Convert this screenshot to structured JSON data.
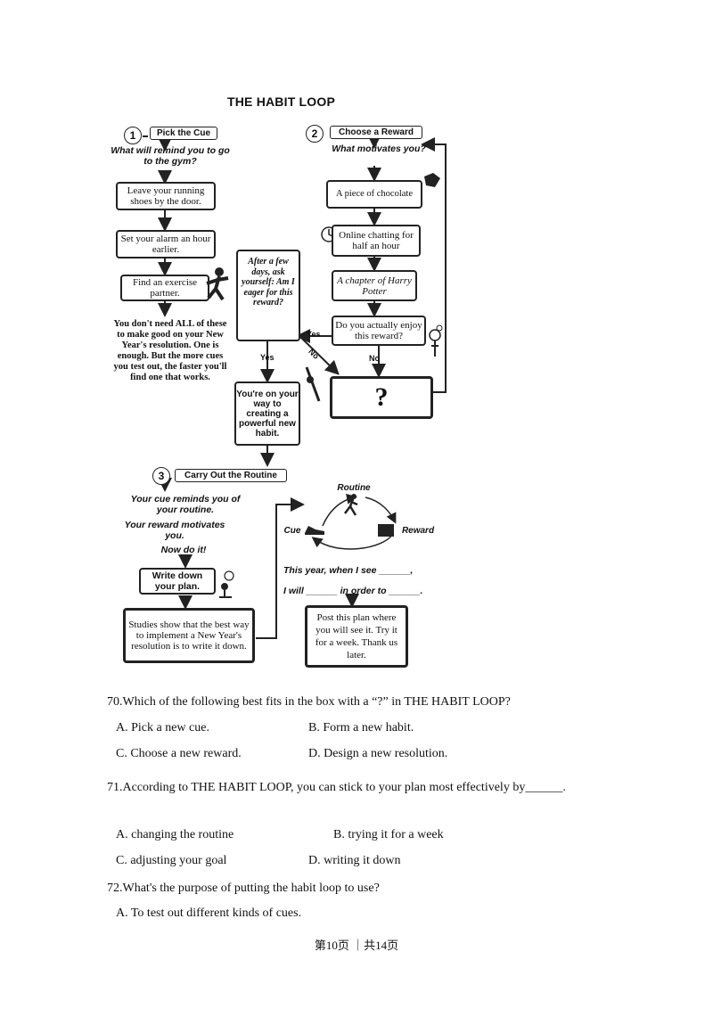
{
  "diagram": {
    "title": "THE HABIT LOOP",
    "step1": {
      "num": "1",
      "header": "Pick the Cue",
      "question": "What will remind you to go to the gym?",
      "boxes": [
        "Leave your running shoes by the door.",
        "Set your alarm an hour earlier.",
        "Find an exercise partner."
      ],
      "note": "You don't need ALL of these to make good on your New Year's resolution. One is enough. But the more cues you test out, the faster you'll find one that works."
    },
    "step2": {
      "num": "2",
      "header": "Choose a Reward",
      "question": "What motivates you?",
      "boxes": [
        "A piece of chocolate",
        "Online chatting for half an hour",
        "A chapter of Harry Potter",
        "Do you actually enjoy this reward?"
      ],
      "ask": "After a few days, ask yourself: Am I eager for this reward?",
      "yes1": "Yes",
      "yes2": "Yes",
      "no1": "No",
      "no2": "No",
      "unknown": "?",
      "habit": "You're on your way to creating a powerful new habit."
    },
    "step3": {
      "num": "3",
      "header": "Carry Out the Routine",
      "lines": [
        "Your cue reminds you of your routine.",
        "Your reward motivates you.",
        "Now do it!"
      ],
      "write": "Write down your plan.",
      "studies": "Studies show that the best way to implement a New Year's resolution is to write it down.",
      "cycle_routine": "Routine",
      "cycle_cue": "Cue",
      "cycle_reward": "Reward",
      "plan1": "This year, when I see ______,",
      "plan2": "I will ______ in order to ______.",
      "post": "Post this plan where you will see it. Try it for a week. Thank us later."
    }
  },
  "questions": [
    {
      "stem": "70.Which of the following best fits in the box with a “?” in THE HABIT LOOP?",
      "options": [
        "A. Pick a new cue.",
        "B. Form a new habit.",
        "C. Choose a new reward.",
        "D. Design a new resolution."
      ]
    },
    {
      "stem": "71.According to THE HABIT LOOP, you can stick to your plan most effectively by______.",
      "options": [
        "A. changing the routine",
        "B. trying it for a week",
        "C. adjusting your goal",
        "D. writing it down"
      ]
    },
    {
      "stem": "72.What's the purpose of putting the habit loop to use?",
      "options": [
        "A. To test out different kinds of cues."
      ]
    }
  ],
  "footer": "第10页 ｜共14页"
}
